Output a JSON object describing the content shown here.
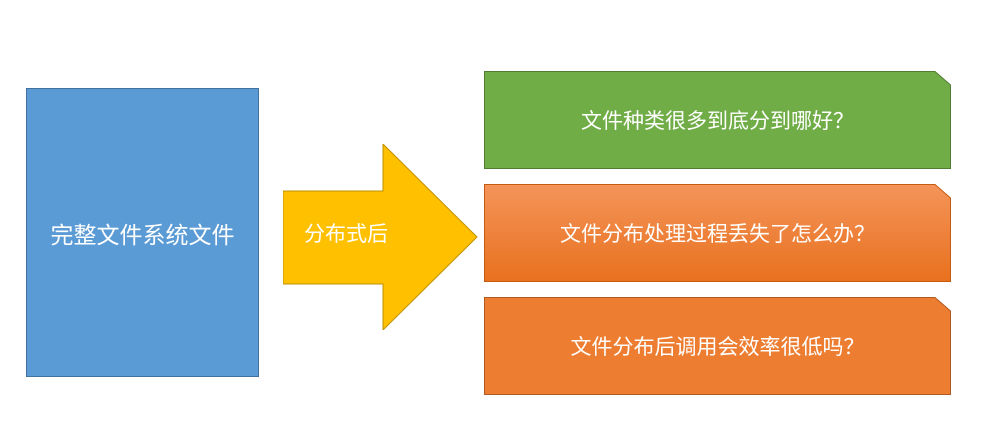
{
  "source": {
    "label": "完整文件系统文件",
    "fill": "#5b9bd5"
  },
  "arrow": {
    "label": "分布式后",
    "fill": "#ffc000"
  },
  "questions": [
    {
      "label": "文件种类很多到底分到哪好？",
      "fill": "#70ad47"
    },
    {
      "label": "文件分布处理过程丢失了怎么办？",
      "fill": "#ed7d31"
    },
    {
      "label": "文件分布后调用会效率很低吗？",
      "fill": "#ed7d31"
    }
  ]
}
